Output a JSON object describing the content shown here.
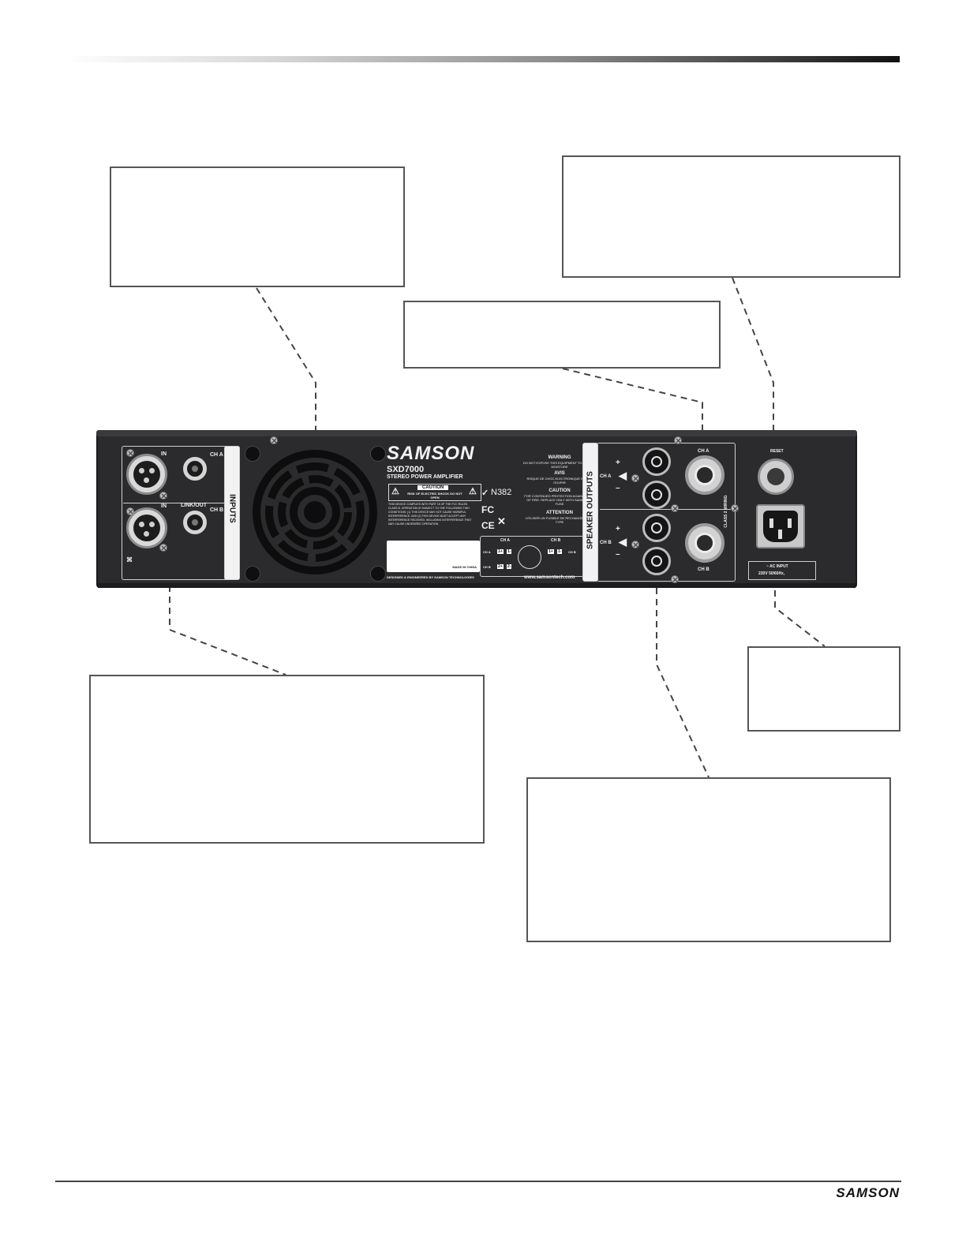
{
  "panel": {
    "brand": "SAMSON",
    "model": "SXD7000",
    "subtitle": "STEREO POWER AMPLIFIER",
    "inputs_label": "INPUTS",
    "in_label_a": "IN",
    "in_label_b": "IN",
    "link_out_label": "LINK/OUT",
    "ch_a": "CH A",
    "ch_b": "CH B",
    "speaker_outputs_label": "SPEAKER OUTPUTS",
    "class2_label": "CLASS 2 WIRING",
    "reset_label": "RESET",
    "ac_input_label": "~ AC INPUT",
    "ac_voltage": "230V 50/60Hz,",
    "warning_title": "WARNING",
    "warning_text": "DO NOT EXPOSE THIS EQUIPMENT TO RAIN OR MOISTURE",
    "avis_title": "AVIS",
    "avis_text": "RISQUE DE CHOC ELECTRONIQUE NE PAS OUVRIR",
    "caution_title": "CAUTION",
    "caution_text": "FOR CONTINUED PROTECTION AGAINST RISK OF FIRE, REPLACE ONLY WITH SAME TYPE FUSE",
    "attention_title": "ATTENTION",
    "attention_text": "UTILISER UN FUSIBLE DE RECHANGE MEME TYPE",
    "caution_badge": "CAUTION",
    "caution_badge_text": "RISK OF ELECTRIC SHOCK DO NOT OPEN",
    "fcc_text": "THIS DEVICE COMPLIES WITH PART 15 OF THE FCC RULES CLASS B. OPERATION IS SUBJECT TO THE FOLLOWING TWO CONDITIONS: (1) THIS DEVICE MAY NOT CAUSE HARMFUL INTERFERENCE, AND (2) THIS DEVICE MUST ACCEPT ANY INTERFERENCE RECEIVED, INCLUDING INTERFERENCE THAT MAY CAUSE UNDESIRED OPERATION.",
    "n_mark": "N382",
    "fc_mark": "FC",
    "ce_mark": "CE",
    "made_in": "MADE IN CHINA",
    "designed_by": "DESIGNED & ENGINEERED BY SAMSON TECHNOLOGIES",
    "website": "www.samsontech.com",
    "wiring_a": "CH A",
    "wiring_b": "CH B",
    "wiring_codes": [
      "1+",
      "1-",
      "2+",
      "2-"
    ],
    "plus": "+",
    "minus": "–"
  },
  "footer": {
    "logo": "SAMSON"
  }
}
